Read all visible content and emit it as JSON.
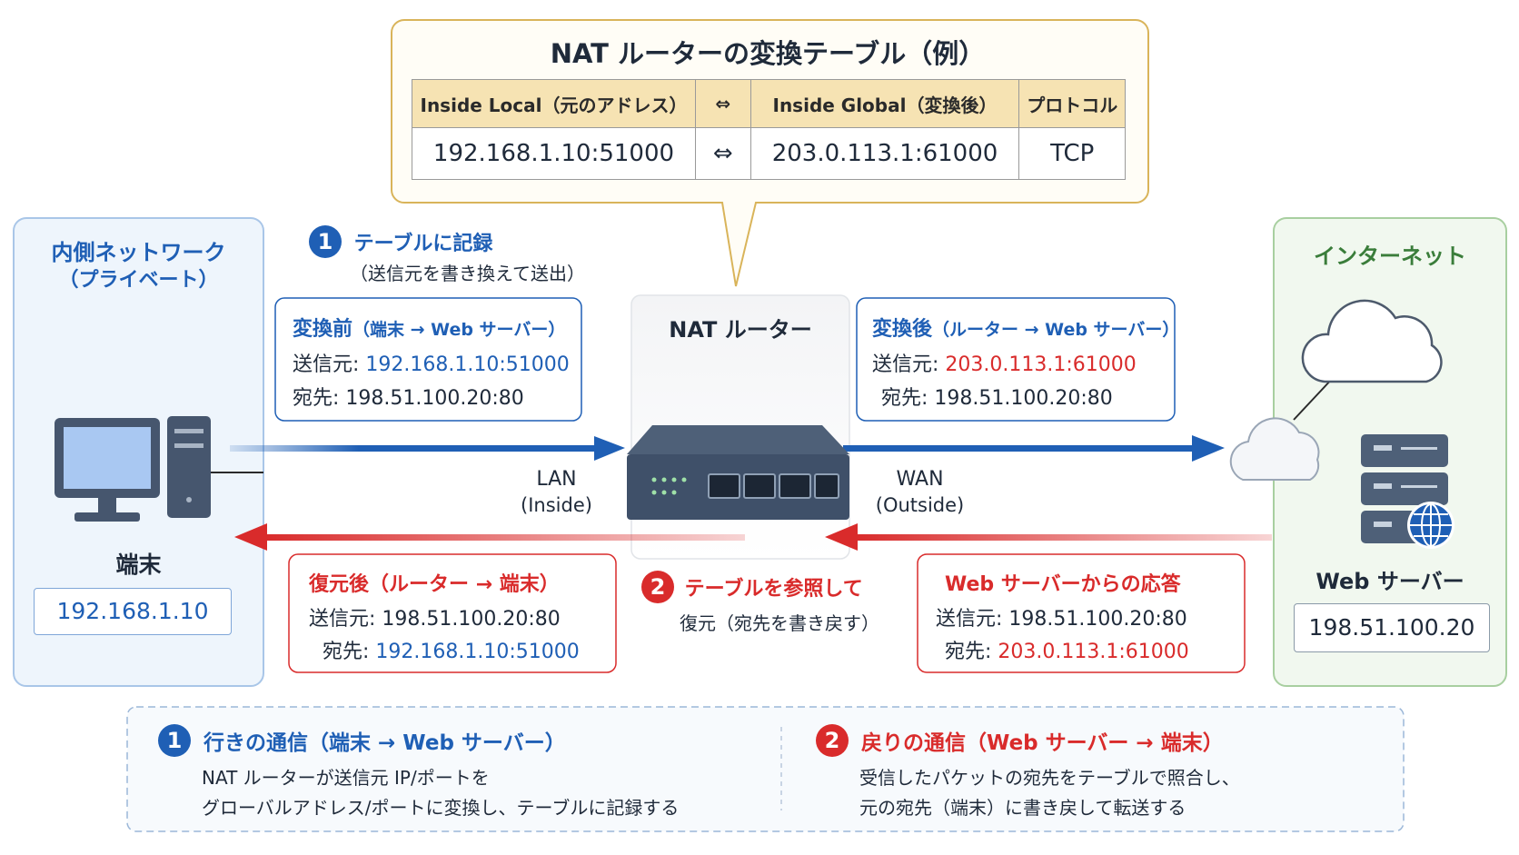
{
  "nat_table": {
    "title": "NAT ルーターの変換テーブル（例）",
    "headers": [
      "Inside Local（元のアドレス）",
      "⇔",
      "Inside Global（変換後）",
      "プロトコル"
    ],
    "row": [
      "192.168.1.10:51000",
      "⇔",
      "203.0.113.1:61000",
      "TCP"
    ]
  },
  "left_panel": {
    "title_line1": "内側ネットワーク",
    "title_line2": "（プライベート）",
    "device_label": "端末",
    "device_ip": "192.168.1.10"
  },
  "right_panel": {
    "title": "インターネット",
    "server_label": "Web サーバー",
    "server_ip": "198.51.100.20"
  },
  "router": {
    "label": "NAT ルーター",
    "lan_label": "LAN",
    "lan_sub": "(Inside)",
    "wan_label": "WAN",
    "wan_sub": "(Outside)"
  },
  "step1": {
    "number": "1",
    "title": "テーブルに記録",
    "subtitle": "（送信元を書き換えて送出）"
  },
  "step2": {
    "number": "2",
    "title": "テーブルを参照して",
    "subtitle": "復元（宛先を書き戻す）"
  },
  "before_box": {
    "title": "変換前",
    "title_sub": "（端末 → Web サーバー）",
    "src_label": "送信元: ",
    "src_value": "192.168.1.10:51000",
    "dst_label": "宛先: ",
    "dst_value": "198.51.100.20:80"
  },
  "after_box": {
    "title": "変換後",
    "title_sub": "（ルーター → Web サーバー）",
    "src_label": "送信元: ",
    "src_value": "203.0.113.1:61000",
    "dst_label": "宛先: ",
    "dst_value": "198.51.100.20:80"
  },
  "restored_box": {
    "title": "復元後（ルーター → 端末）",
    "src_label": "送信元: ",
    "src_value": "198.51.100.20:80",
    "dst_label": "宛先: ",
    "dst_value": "192.168.1.10:51000"
  },
  "response_box": {
    "title": "Web サーバーからの応答",
    "src_label": "送信元: ",
    "src_value": "198.51.100.20:80",
    "dst_label": "宛先: ",
    "dst_value": "203.0.113.1:61000"
  },
  "legend": {
    "outbound": {
      "number": "1",
      "title": "行きの通信（端末 → Web サーバー）",
      "line1": "NAT ルーターが送信元 IP/ポートを",
      "line2": "グローバルアドレス/ポートに変換し、テーブルに記録する"
    },
    "inbound": {
      "number": "2",
      "title": "戻りの通信（Web サーバー → 端末）",
      "line1": "受信したパケットの宛先をテーブルで照合し、",
      "line2": "元の宛先（端末）に書き戻して転送する"
    }
  },
  "colors": {
    "blue": "#1f5fb5",
    "red": "#d92b2b",
    "green": "#3a7d3a",
    "table_header": "#f6e3b3",
    "callout_border": "#d9b45a"
  }
}
